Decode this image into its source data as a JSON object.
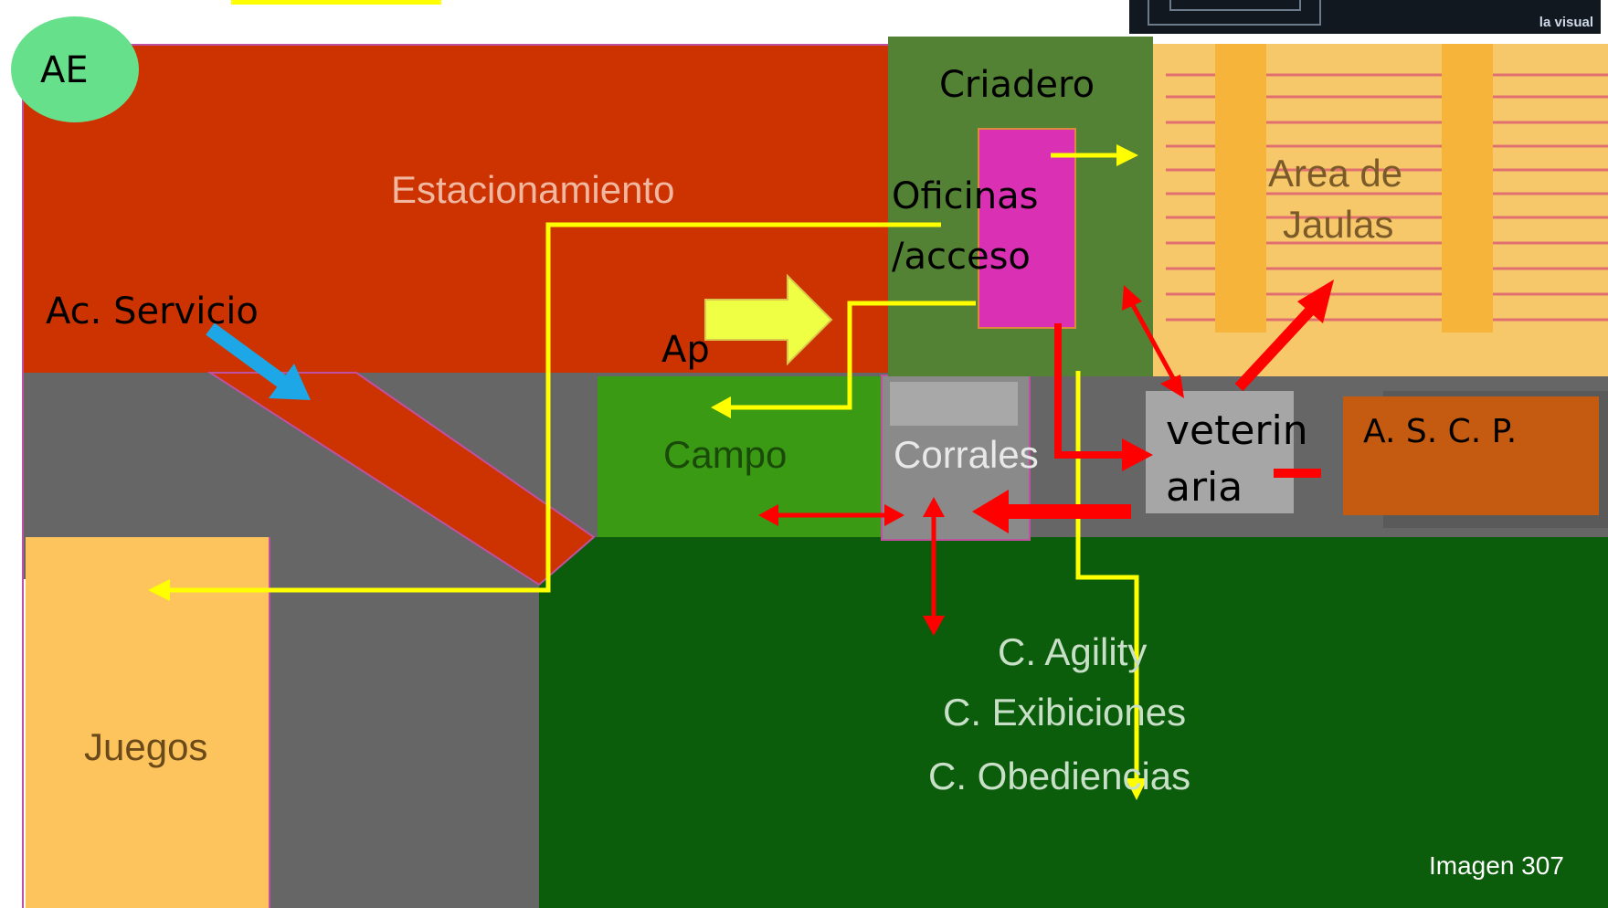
{
  "labels": {
    "ae": "AE",
    "criadero": "Criadero",
    "oficinas_line1": "Oficinas",
    "oficinas_line2": "/acceso",
    "estacionamiento": "Estacionamiento",
    "ac_servicio": "Ac. Servicio",
    "ap": "Ap",
    "area_jaulas_line1": "Area de",
    "area_jaulas_line2": "Jaulas",
    "campo": "Campo",
    "corrales": "Corrales",
    "veterinaria_line1": "veterin",
    "veterinaria_line2": "aria",
    "ascp": "A. S. C. P.",
    "juegos": "Juegos",
    "c_agility": "C. Agility",
    "c_exibiciones": "C. Exibiciones",
    "c_obediencias": "C. Obediencias",
    "imagen": "Imagen  307",
    "corner_text": "la visual"
  },
  "colors": {
    "parking_red": "#cc3300",
    "road_gray": "#666666",
    "dark_green": "#0b5c0b",
    "criadero_green": "#548235",
    "campo_green": "#3b9a14",
    "cages_orange": "#f7c86a",
    "cage_stripes": "#f6b43a",
    "juegos_yellow": "#fdc45e",
    "oficinas_magenta": "#d930b4",
    "ascp_orange": "#c55a11",
    "veterinaria_gray": "#a6a6a6",
    "ae_green": "#66e08a",
    "flow_yellow": "#ffff00",
    "flow_red": "#ff0000",
    "service_blue": "#1ea7e6"
  }
}
